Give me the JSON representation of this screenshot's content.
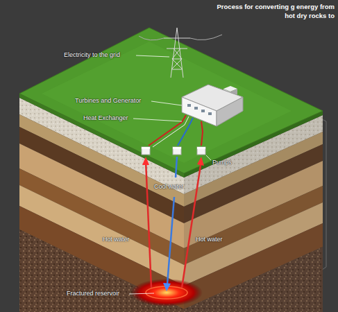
{
  "diagram": {
    "title": "Process for converting g energy from hot dry rocks to",
    "labels": [
      "Electricity to the grid",
      "Turbines and Generator",
      "Heat Exchanger",
      "Pumps",
      "Cool water",
      "Hot water",
      "Hot water",
      "Fractured reservoir"
    ]
  }
}
